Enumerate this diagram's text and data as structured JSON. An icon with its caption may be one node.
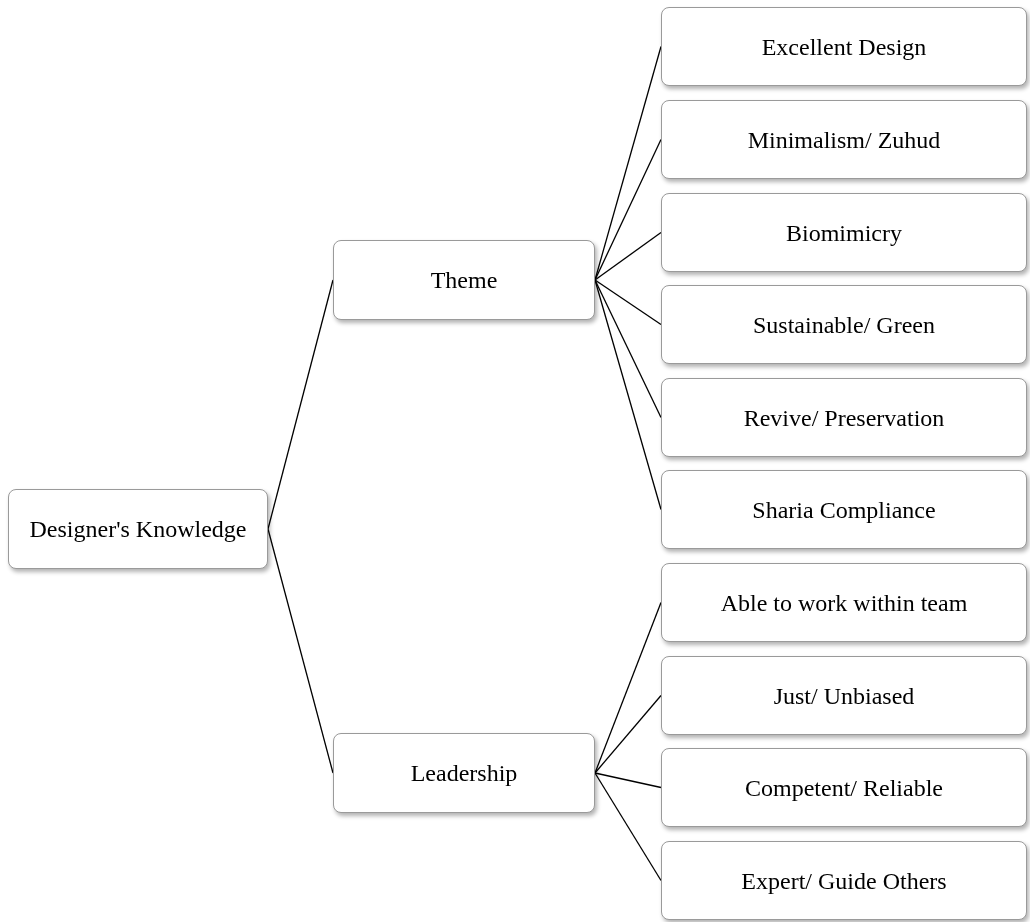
{
  "diagram": {
    "nodes": [
      {
        "text": [
          "Designer's Knowledge"
        ]
      },
      {
        "text": [
          "Theme"
        ]
      },
      {
        "text": [
          "Excellent Design"
        ]
      },
      {
        "text": [
          "Minimalism/ Zuhud"
        ]
      },
      {
        "text": [
          "Biomimicry"
        ]
      },
      {
        "text": [
          "Sustainable/ Green"
        ]
      },
      {
        "text": [
          "Revive/ Preservation"
        ]
      },
      {
        "text": [
          "Sharia Compliance"
        ]
      },
      {
        "text": [
          "Leadership"
        ]
      },
      {
        "text": [
          "Able to work within team"
        ]
      },
      {
        "text": [
          "Just/ Unbiased"
        ]
      },
      {
        "text": [
          "Competent/ Reliable"
        ]
      },
      {
        "text": [
          "Expert/ Guide Others"
        ]
      }
    ],
    "edges": [
      {
        "from": 0,
        "to": 1,
        "arrow": "none"
      },
      {
        "from": 0,
        "to": 8,
        "arrow": "none"
      },
      {
        "from": 1,
        "to": 2,
        "arrow": "none"
      },
      {
        "from": 1,
        "to": 3,
        "arrow": "none"
      },
      {
        "from": 1,
        "to": 4,
        "arrow": "none"
      },
      {
        "from": 1,
        "to": 5,
        "arrow": "none"
      },
      {
        "from": 1,
        "to": 6,
        "arrow": "none"
      },
      {
        "from": 1,
        "to": 7,
        "arrow": "none"
      },
      {
        "from": 8,
        "to": 9,
        "arrow": "none"
      },
      {
        "from": 8,
        "to": 10,
        "arrow": "none"
      },
      {
        "from": 8,
        "to": 11,
        "arrow": "none"
      },
      {
        "from": 8,
        "to": 12,
        "arrow": "none"
      }
    ]
  }
}
